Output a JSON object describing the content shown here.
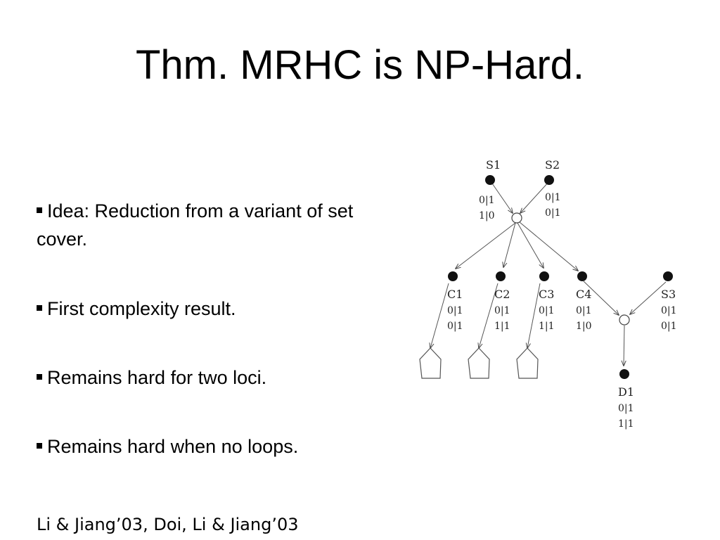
{
  "slide": {
    "title": "Thm. MRHC is NP-Hard.",
    "bullets": [
      "Idea: Reduction from a variant of set cover.",
      "First complexity result.",
      "Remains hard for two loci.",
      "Remains hard when no loops."
    ],
    "citation": "Li & Jiang’03, Doi, Li & Jiang’03"
  },
  "diagram": {
    "nodes": {
      "s1": {
        "label": "S1",
        "values": [
          "0|1",
          "1|0"
        ]
      },
      "s2": {
        "label": "S2",
        "values": [
          "0|1",
          "0|1"
        ]
      },
      "c1": {
        "label": "C1",
        "values": [
          "0|1",
          "0|1"
        ]
      },
      "c2": {
        "label": "C2",
        "values": [
          "0|1",
          "1|1"
        ]
      },
      "c3": {
        "label": "C3",
        "values": [
          "0|1",
          "1|1"
        ]
      },
      "c4": {
        "label": "C4",
        "values": [
          "0|1",
          "1|0"
        ]
      },
      "s3": {
        "label": "S3",
        "values": [
          "0|1",
          "0|1"
        ]
      },
      "d1": {
        "label": "D1",
        "values": [
          "0|1",
          "1|1"
        ]
      }
    }
  }
}
